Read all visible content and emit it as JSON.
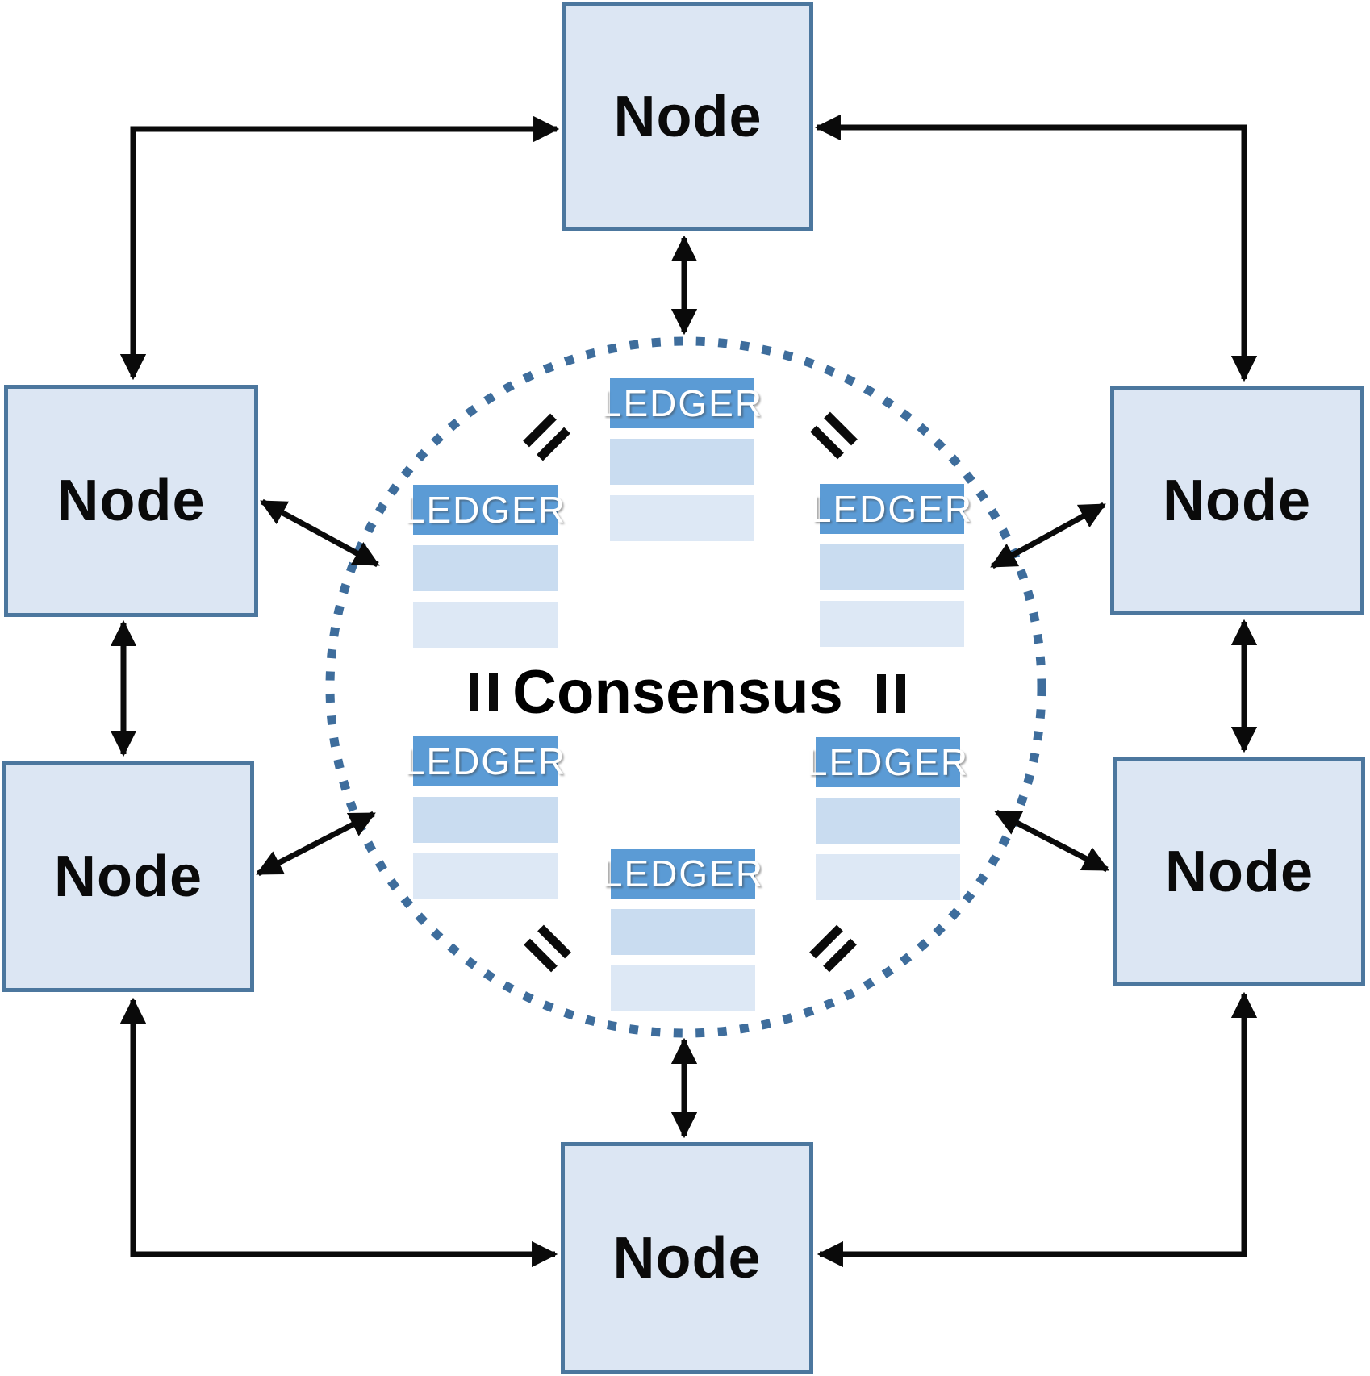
{
  "diagram": {
    "type": "blockchain-consensus-network",
    "consensus": {
      "label": "Consensus"
    },
    "nodes": [
      {
        "id": "top",
        "label": "Node"
      },
      {
        "id": "upper-left",
        "label": "Node"
      },
      {
        "id": "upper-right",
        "label": "Node"
      },
      {
        "id": "lower-left",
        "label": "Node"
      },
      {
        "id": "lower-right",
        "label": "Node"
      },
      {
        "id": "bottom",
        "label": "Node"
      }
    ],
    "ledgers": [
      {
        "id": "top-center",
        "label": "LEDGER"
      },
      {
        "id": "mid-left",
        "label": "LEDGER"
      },
      {
        "id": "mid-right",
        "label": "LEDGER"
      },
      {
        "id": "lower-left",
        "label": "LEDGER"
      },
      {
        "id": "lower-right",
        "label": "LEDGER"
      },
      {
        "id": "bottom-center",
        "label": "LEDGER"
      }
    ],
    "equals_signs": {
      "count": 6,
      "symbol": "="
    },
    "connections": {
      "node_to_node": "bidirectional-arrows",
      "node_to_consensus_ring": "bidirectional-arrows"
    },
    "colors": {
      "node_fill": "#dce6f3",
      "node_border": "#4c779e",
      "ledger_header": "#5b9bd5",
      "ledger_row_1": "#c9dcf0",
      "ledger_row_2": "#dde8f5",
      "circle_dots": "#3e6d9c",
      "arrows": "#000000",
      "node_text": "#000000",
      "ledger_text": "#ffffff"
    }
  }
}
